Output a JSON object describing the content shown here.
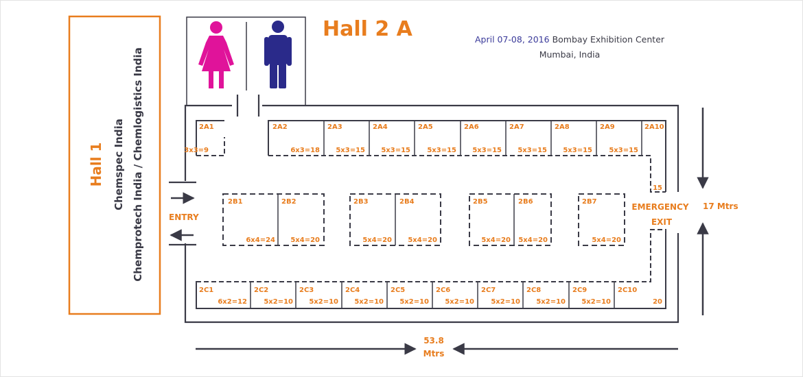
{
  "hall1": {
    "title": "Hall 1",
    "line1": "Chemspec India",
    "line2": "Chemprotech India / Chemlogistics India"
  },
  "hall2a": {
    "title": "Hall 2 A"
  },
  "event": {
    "dates": "April 07-08, 2016",
    "venue": "Bombay Exhibition Center",
    "city": "Mumbai, India"
  },
  "labels": {
    "entry": "ENTRY",
    "emergency": "EMERGENCY",
    "exit": "EXIT",
    "height": "17 Mtrs",
    "width_value": "53.8",
    "width_unit": "Mtrs"
  },
  "restrooms": {
    "female": "female-restroom-icon",
    "male": "male-restroom-icon"
  },
  "colors": {
    "orange": "#e87d1e",
    "female": "#e0139a",
    "male": "#2a2a8a",
    "ink": "#3a3a46",
    "date": "#3a3a9a"
  },
  "stalls": {
    "a": [
      {
        "id": "2A1",
        "size": "3x3=9"
      },
      {
        "id": "2A2",
        "size": "6x3=18"
      },
      {
        "id": "2A3",
        "size": "5x3=15"
      },
      {
        "id": "2A4",
        "size": "5x3=15"
      },
      {
        "id": "2A5",
        "size": "5x3=15"
      },
      {
        "id": "2A6",
        "size": "5x3=15"
      },
      {
        "id": "2A7",
        "size": "5x3=15"
      },
      {
        "id": "2A8",
        "size": "5x3=15"
      },
      {
        "id": "2A9",
        "size": "5x3=15"
      },
      {
        "id": "2A10",
        "size": "15"
      }
    ],
    "b": [
      {
        "id": "2B1",
        "size": "6x4=24"
      },
      {
        "id": "2B2",
        "size": "5x4=20"
      },
      {
        "id": "2B3",
        "size": "5x4=20"
      },
      {
        "id": "2B4",
        "size": "5x4=20"
      },
      {
        "id": "2B5",
        "size": "5x4=20"
      },
      {
        "id": "2B6",
        "size": "5x4=20"
      },
      {
        "id": "2B7",
        "size": "5x4=20"
      }
    ],
    "c": [
      {
        "id": "2C1",
        "size": "6x2=12"
      },
      {
        "id": "2C2",
        "size": "5x2=10"
      },
      {
        "id": "2C3",
        "size": "5x2=10"
      },
      {
        "id": "2C4",
        "size": "5x2=10"
      },
      {
        "id": "2C5",
        "size": "5x2=10"
      },
      {
        "id": "2C6",
        "size": "5x2=10"
      },
      {
        "id": "2C7",
        "size": "5x2=10"
      },
      {
        "id": "2C8",
        "size": "5x2=10"
      },
      {
        "id": "2C9",
        "size": "5x2=10"
      },
      {
        "id": "2C10",
        "size": "20"
      }
    ]
  }
}
